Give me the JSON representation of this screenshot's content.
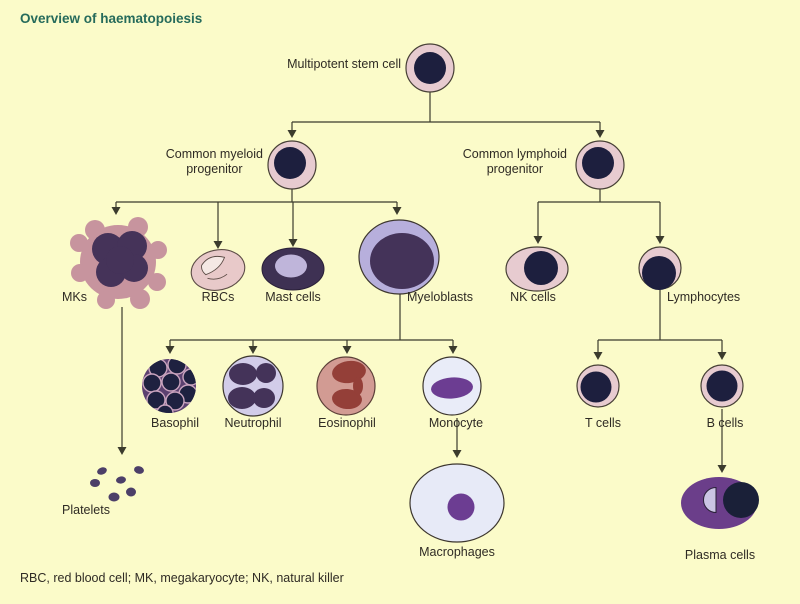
{
  "page": {
    "title": "Overview of haematopoiesis",
    "footnote": "RBC, red blood cell; MK, megakaryocyte; NK, natural killer"
  },
  "nodes": {
    "stem": {
      "label": "Multipotent stem cell"
    },
    "myeloid_progenitor": {
      "label_line1": "Common myeloid",
      "label_line2": "progenitor"
    },
    "lymphoid_progenitor": {
      "label_line1": "Common lymphoid",
      "label_line2": "progenitor"
    },
    "mks": {
      "label": "MKs"
    },
    "rbcs": {
      "label": "RBCs"
    },
    "mast_cells": {
      "label": "Mast cells"
    },
    "myeloblasts": {
      "label": "Myeloblasts"
    },
    "nk_cells": {
      "label": "NK cells"
    },
    "lymphocytes": {
      "label": "Lymphocytes"
    },
    "basophil": {
      "label": "Basophil"
    },
    "neutrophil": {
      "label": "Neutrophil"
    },
    "eosinophil": {
      "label": "Eosinophil"
    },
    "monocyte": {
      "label": "Monocyte"
    },
    "t_cells": {
      "label": "T cells"
    },
    "b_cells": {
      "label": "B cells"
    },
    "platelets": {
      "label": "Platelets"
    },
    "macrophages": {
      "label": "Macrophages"
    },
    "plasma_cells": {
      "label": "Plasma cells"
    }
  },
  "colors": {
    "background": "#FBFBC9",
    "title_text": "#266B5B",
    "body_text": "#2F2B24",
    "connector_line": "#3B3B2D",
    "cell_pink": "#E7CBD0",
    "nucleus_navy": "#1D1F3E",
    "nucleus_purple": "#453359",
    "mk_body": "#C7949E",
    "rbc_fill": "#E8C9C9",
    "rbc_highlight": "#F5E8E4",
    "mast_body": "#3E3153",
    "mast_inner": "#BFB5DA",
    "myeloblast_outer": "#B7AFDC",
    "basophil_body": "#5C4170",
    "basophil_granule_stroke": "#C9A3BE",
    "neutrophil_fill": "#D2CCE9",
    "eosinophil_fill": "#D29B93",
    "eosinophil_nucleus": "#943F38",
    "monocyte_fill": "#E9ECF8",
    "monocyte_nucleus": "#6C3D92",
    "platelet": "#4C3F68",
    "plasma_body": "#6B3E8A",
    "plasma_crescent": "#CBC4E4"
  }
}
